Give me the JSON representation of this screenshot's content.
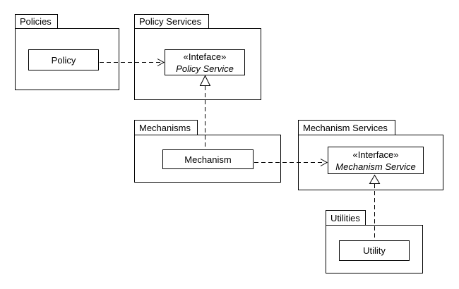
{
  "colors": {
    "line": "#000000",
    "background": "#ffffff",
    "shape_fill": "#ffffff"
  },
  "packages": [
    {
      "label": "Policies"
    },
    {
      "label": "Policy Services"
    },
    {
      "label": "Mechanisms"
    },
    {
      "label": "Mechanism Services"
    },
    {
      "label": "Utilities"
    }
  ],
  "classes": [
    {
      "label": "Policy"
    },
    {
      "label": "Mechanism"
    },
    {
      "label": "Utility"
    }
  ],
  "interfaces": [
    {
      "stereotype": "«Inteface»",
      "name": "Policy Service"
    },
    {
      "stereotype": "«Interface»",
      "name": "Mechanism Service"
    }
  ],
  "relationships": [
    {
      "type": "dependency",
      "from": "Policy",
      "to": "Policy Service",
      "line": "dashed",
      "arrow": "open"
    },
    {
      "type": "realization",
      "from": "Mechanism",
      "to": "Policy Service",
      "line": "dashed",
      "arrow": "hollow-triangle"
    },
    {
      "type": "dependency",
      "from": "Mechanism",
      "to": "Mechanism Service",
      "line": "dashed",
      "arrow": "open"
    },
    {
      "type": "realization",
      "from": "Utility",
      "to": "Mechanism Service",
      "line": "dashed",
      "arrow": "hollow-triangle"
    }
  ]
}
